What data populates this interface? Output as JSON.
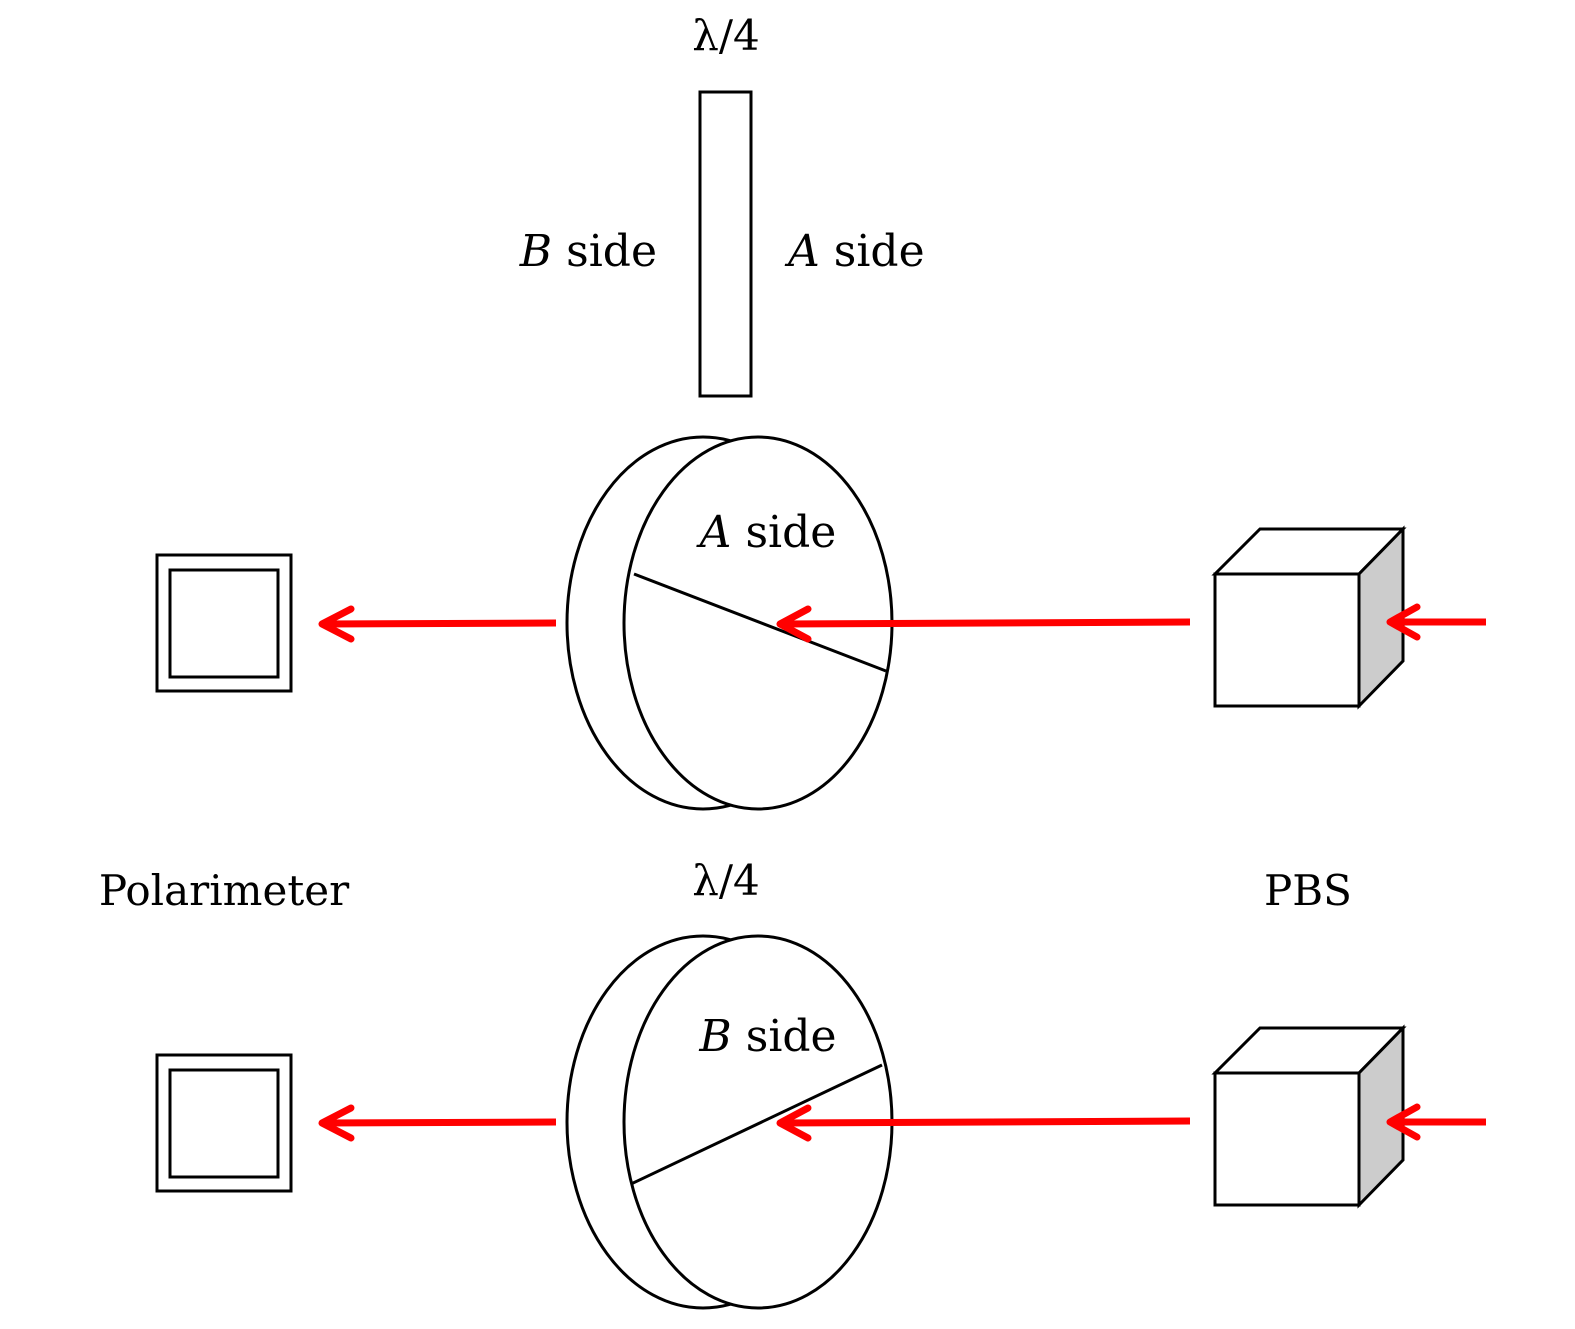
{
  "colors": {
    "beam": "#ff0000",
    "cube_side_face": "#cccccc",
    "stroke": "#000000"
  },
  "top_view": {
    "waveplate_label": "λ/4",
    "b_side_italic": "B",
    "b_side_text": "side",
    "a_side_italic": "A",
    "a_side_text": "side"
  },
  "row1": {
    "plate_face_italic": "A",
    "plate_face_text": "side"
  },
  "row2": {
    "plate_face_italic": "B",
    "plate_face_text": "side"
  },
  "labels": {
    "polarimeter": "Polarimeter",
    "waveplate": "λ/4",
    "pbs": "PBS"
  },
  "icons": [
    "polarimeter-icon",
    "waveplate-disc-icon",
    "pbs-cube-icon",
    "arrow-left-icon"
  ]
}
